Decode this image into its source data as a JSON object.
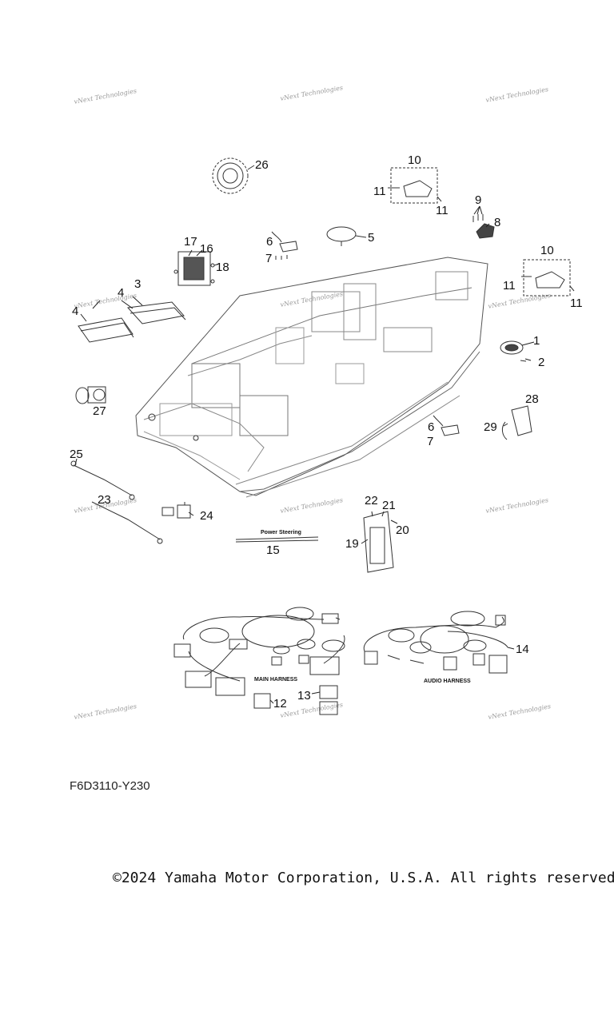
{
  "diagram": {
    "code": "F6D3110-Y230",
    "copyright": "©2024 Yamaha Motor Corporation, U.S.A. All rights reserved."
  },
  "labels": {
    "power_steering": "Power Steering",
    "main_harness": "MAIN HARNESS",
    "audio_harness": "AUDIO HARNESS"
  },
  "callouts": {
    "c1": "1",
    "c2": "2",
    "c3": "3",
    "c4a": "4",
    "c4b": "4",
    "c5": "5",
    "c6a": "6",
    "c6b": "6",
    "c7a": "7",
    "c7b": "7",
    "c8": "8",
    "c9": "9",
    "c10a": "10",
    "c10b": "10",
    "c11a": "11",
    "c11b": "11",
    "c11c": "11",
    "c11d": "11",
    "c12": "12",
    "c13": "13",
    "c14": "14",
    "c15": "15",
    "c16": "16",
    "c17": "17",
    "c18": "18",
    "c19": "19",
    "c20": "20",
    "c21": "21",
    "c22": "22",
    "c23": "23",
    "c24": "24",
    "c25": "25",
    "c26": "26",
    "c27": "27",
    "c28": "28",
    "c29": "29"
  },
  "watermark": {
    "text": "vNext Technologies"
  }
}
